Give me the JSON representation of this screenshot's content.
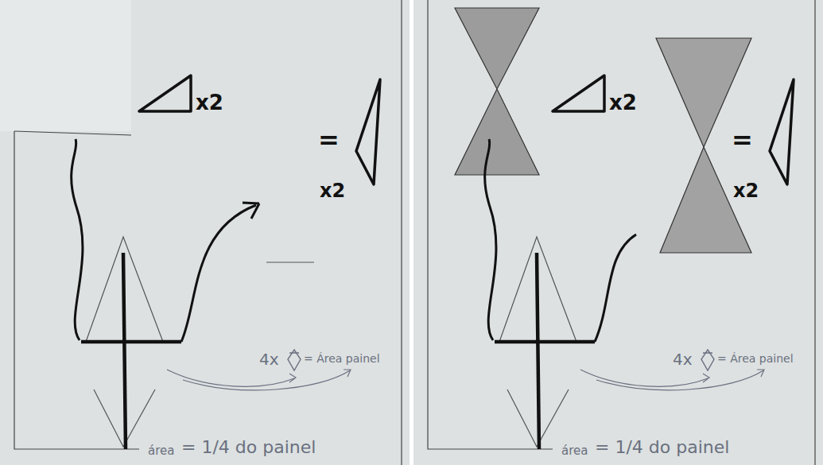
{
  "diagram": {
    "labels": [
      "x2",
      "=",
      "x2",
      "4x",
      "= Área painel",
      "área",
      "= 1/4 do painel",
      "x2",
      "=",
      "x2",
      "4x",
      "= Área painel",
      "área",
      "= 1/4 do painel"
    ]
  }
}
